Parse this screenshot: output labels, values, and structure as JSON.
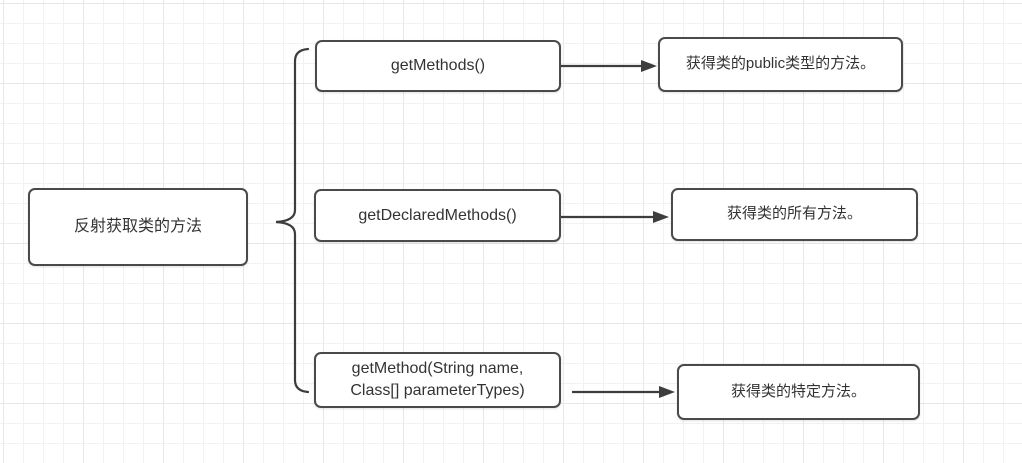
{
  "colors": {
    "background": "#ffffff",
    "grid_minor": "#f2f2f6",
    "grid_major": "#e7e7ec",
    "shape_border": "#4a4a4a",
    "connector": "#3d3d3d",
    "text": "#333333"
  },
  "diagram": {
    "root": {
      "label": "反射获取类的方法"
    },
    "rows": [
      {
        "method": "getMethods()",
        "description": "获得类的public类型的方法。"
      },
      {
        "method": "getDeclaredMethods()",
        "description": "获得类的所有方法。"
      },
      {
        "method": "getMethod(String name,\nClass[] parameterTypes)",
        "description": "获得类的特定方法。"
      }
    ]
  }
}
